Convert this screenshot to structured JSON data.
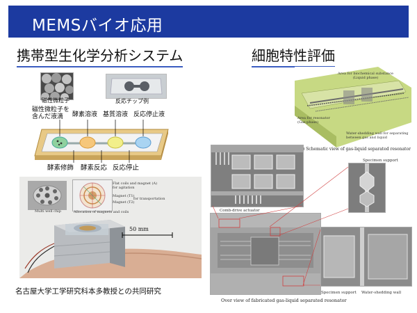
{
  "title": "MEMSバイオ応用",
  "sections": {
    "left_heading": "携帯型生化学分析システム",
    "right_heading": "細胞特性評価"
  },
  "left_figure": {
    "magnetic_particles_label": "磁性微粒子",
    "reaction_chip_label": "反応チップ例",
    "liquid_with_particles": "磁性微粒子を\n含んだ液滴",
    "enzyme_solution": "酵素溶液",
    "substrate_solution": "基質溶液",
    "stop_solution": "反応停止液",
    "step_modification": "酵素修飾",
    "step_reaction": "酵素反応",
    "step_stop": "反応停止",
    "multi_well_chip": "Multi well chip",
    "allocation_caption": "Allocation of magnets and coils",
    "flat_coils": "Flat coils and magnet (A)\nfor agitation",
    "magnet_t1": "Magnet (T1)",
    "magnet_t2": "Magnet (T2)",
    "for_transportation": "for transportation",
    "scale": "50 mm"
  },
  "right_figure": {
    "area_biochem": "Area for biochemical substance\n(Liquid phase)",
    "area_resonator": "Area for resonator\n(Gas-phase)",
    "water_wall_desc": "Water-shedding wall for separating\nbetween gas and liquid",
    "schematic_caption": "(a) Schematic view of gas-liquid separated resonator",
    "specimen_support_top": "Specimen support",
    "comb_drive": "Comb-drive actuator",
    "specimen_support_bottom": "Specimen support",
    "water_wall": "Water-shedding wall",
    "overview_caption": "Over view of fabricated gas-liquid separated resonator"
  },
  "credit": "名古屋大学工学研究科本多教授との共同研究",
  "colors": {
    "title_bar": "#1c3aa0",
    "accent": "#3a5cc0"
  }
}
